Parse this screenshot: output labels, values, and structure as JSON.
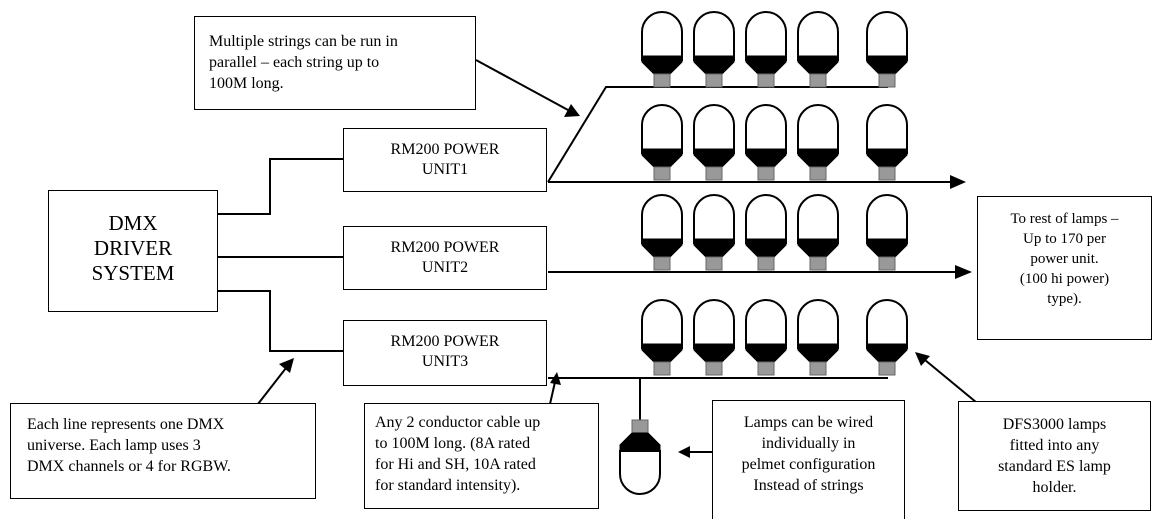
{
  "dmx_driver": {
    "line1": "DMX",
    "line2": "DRIVER",
    "line3": "SYSTEM"
  },
  "power_units": [
    {
      "line1": "RM200 POWER",
      "line2": "UNIT1"
    },
    {
      "line1": "RM200 POWER",
      "line2": "UNIT2"
    },
    {
      "line1": "RM200 POWER",
      "line2": "UNIT3"
    }
  ],
  "notes": {
    "parallel_strings": [
      "Multiple strings can be run in",
      "parallel – each string up to",
      "100M long."
    ],
    "rest_of_lamps": [
      "To rest of lamps –",
      "Up to 170 per",
      "power unit.",
      "(100 hi power)",
      "type)."
    ],
    "dmx_universe": [
      "Each line represents one DMX",
      "universe. Each lamp uses 3",
      "DMX channels or 4 for RGBW."
    ],
    "cable": [
      "Any 2 conductor cable up",
      "to 100M long. (8A rated",
      "for Hi and SH, 10A rated",
      "for standard intensity)."
    ],
    "individual_lamps": [
      "Lamps can be wired",
      "individually in",
      "pelmet configuration",
      "Instead of strings"
    ],
    "dfs_lamps": [
      "DFS3000 lamps",
      "fitted into any",
      "standard ES lamp",
      "holder."
    ]
  },
  "colors": {
    "line": "#000000",
    "lamp_socket": "#999999",
    "socket_border": "#666666"
  }
}
